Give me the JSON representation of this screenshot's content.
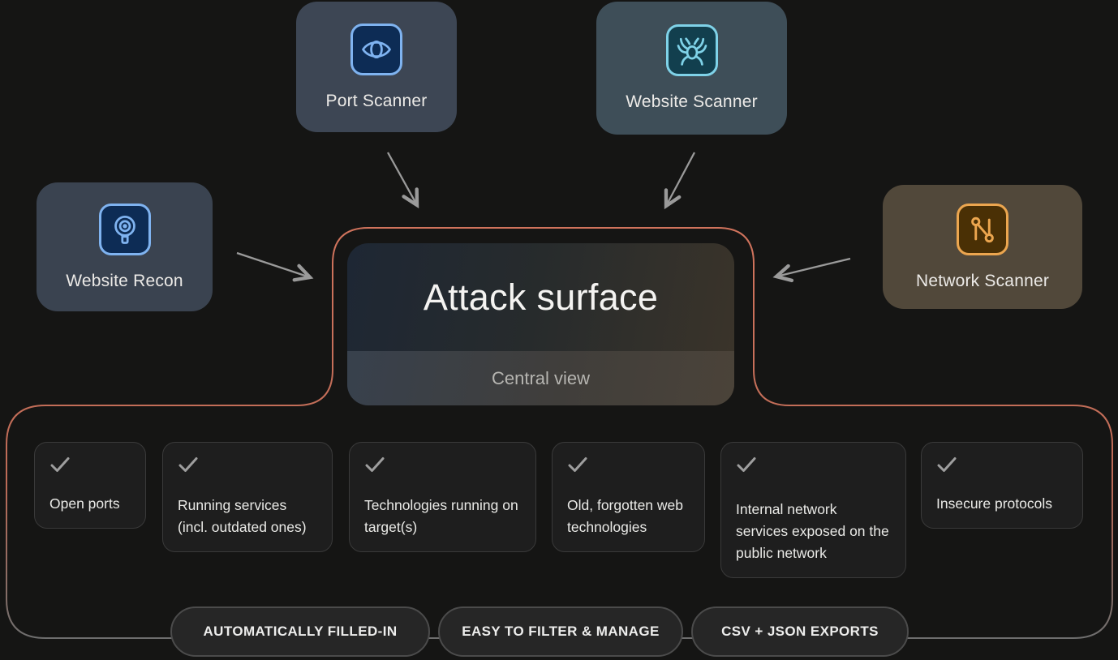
{
  "diagram": {
    "central": {
      "title": "Attack surface",
      "subtitle": "Central view"
    },
    "tools": {
      "port_scanner": {
        "label": "Port Scanner",
        "icon": "eye-icon"
      },
      "website_scanner": {
        "label": "Website Scanner",
        "icon": "spider-icon"
      },
      "website_recon": {
        "label": "Website Recon",
        "icon": "target-magnifier-icon"
      },
      "network_scanner": {
        "label": "Network Scanner",
        "icon": "network-n-icon"
      }
    },
    "features": {
      "items": [
        {
          "label": "Open ports",
          "checked": true
        },
        {
          "label": "Running services (incl. outdated ones)",
          "checked": true
        },
        {
          "label": "Technologies running on target(s)",
          "checked": true
        },
        {
          "label": "Old, forgotten web technologies",
          "checked": true
        },
        {
          "label": "Internal network services exposed on the public network",
          "checked": true
        },
        {
          "label": "Insecure protocols",
          "checked": true
        }
      ]
    },
    "badges": {
      "items": [
        {
          "label": "AUTOMATICALLY FILLED-IN"
        },
        {
          "label": "EASY TO FILTER & MANAGE"
        },
        {
          "label": "CSV + JSON EXPORTS"
        }
      ]
    },
    "colors": {
      "canvas_background": "#151514",
      "outline_accent_top": "#d0735c",
      "outline_bottom": "#6e6e6e",
      "arrow": "#9a9a9a",
      "port_card_bg": "#3d4654",
      "website_scanner_card_bg": "#3e4e58",
      "website_recon_card_bg": "#3a4350",
      "network_card_bg": "#51483a",
      "port_icon_bg": "#0d2c55",
      "port_icon_stroke": "#7fb3f0",
      "website_scanner_icon_bg": "#123f4e",
      "website_scanner_icon_stroke": "#7fd2e8",
      "network_icon_bg": "#4a3005",
      "network_icon_stroke": "#eca64f",
      "feature_card_bg": "#1e1e1e",
      "check_mark": "#9e9e9e",
      "central_gradient_left": "#1e2734",
      "central_gradient_right": "#3b342a"
    }
  }
}
